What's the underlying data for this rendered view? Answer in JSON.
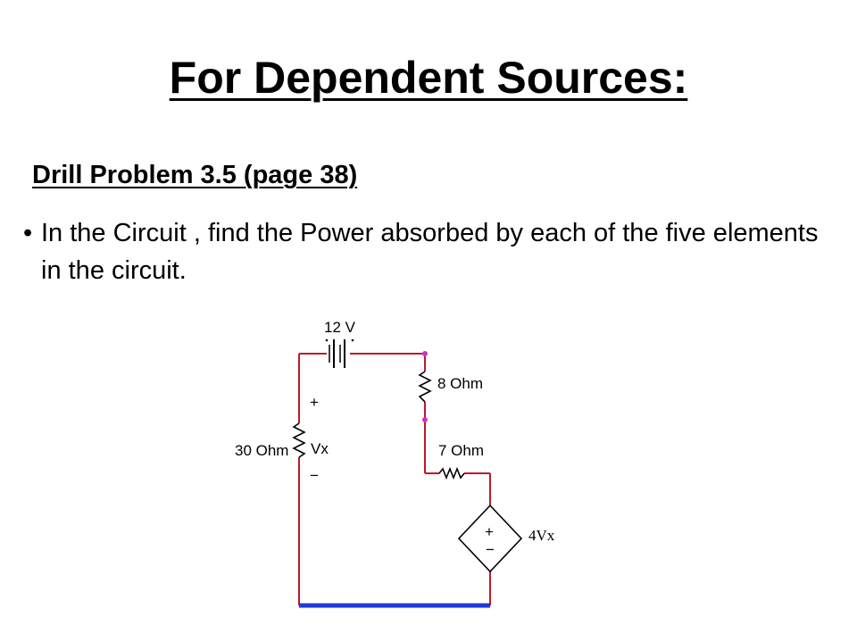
{
  "slide": {
    "title": "For Dependent Sources:",
    "subtitle": "Drill Problem 3.5 (page 38)",
    "bullets": [
      "In the Circuit , find the Power absorbed by each of the five elements in the circuit."
    ]
  },
  "circuit": {
    "source_label": "12 V",
    "r_top_label": "8 Ohm",
    "r_mid_label": "7 Ohm",
    "r_left_label": "30 Ohm",
    "vx_label": "Vx",
    "plus_sign": "+",
    "minus_sign": "−",
    "dep_source_label": "4Vx",
    "colors": {
      "wire": "#c0182a",
      "ground": "#1e3adb",
      "node": "#cc33cc"
    }
  }
}
